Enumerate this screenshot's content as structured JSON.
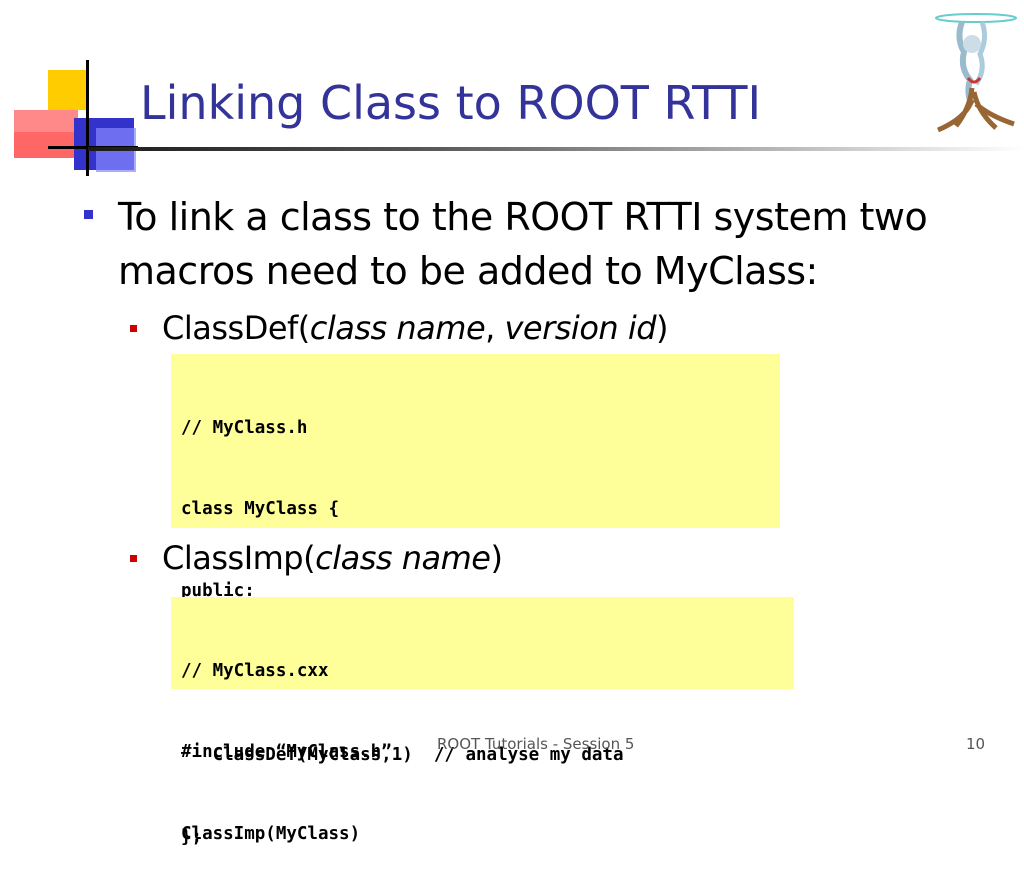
{
  "slide": {
    "title": "Linking Class to ROOT RTTI",
    "bullet": {
      "text_line1": "To link a class to the ROOT RTTI system two",
      "text_line2": "macros need to be added to MyClass:"
    },
    "sub_items": [
      {
        "prefix": "ClassDef(",
        "arg1": "class name",
        "sep": ", ",
        "arg2": "version id",
        "suffix": ")"
      },
      {
        "prefix": "ClassImp(",
        "arg1": "class name",
        "suffix": ")"
      }
    ],
    "code_blocks": [
      {
        "lines": [
          "// MyClass.h",
          "class MyClass {",
          "public:",
          "   . . .",
          "   ClassDef(MyClass,1)  // analyse my data",
          "};"
        ]
      },
      {
        "lines": [
          "// MyClass.cxx",
          "#include “MyClass.h”",
          "ClassImp(MyClass)"
        ]
      }
    ],
    "footer": "ROOT Tutorials - Session 5",
    "page_number": "10",
    "colors": {
      "title": "#333399",
      "bullet_square": "#3333cc",
      "sub_square": "#cc0000",
      "code_background": "#ffff99"
    }
  }
}
